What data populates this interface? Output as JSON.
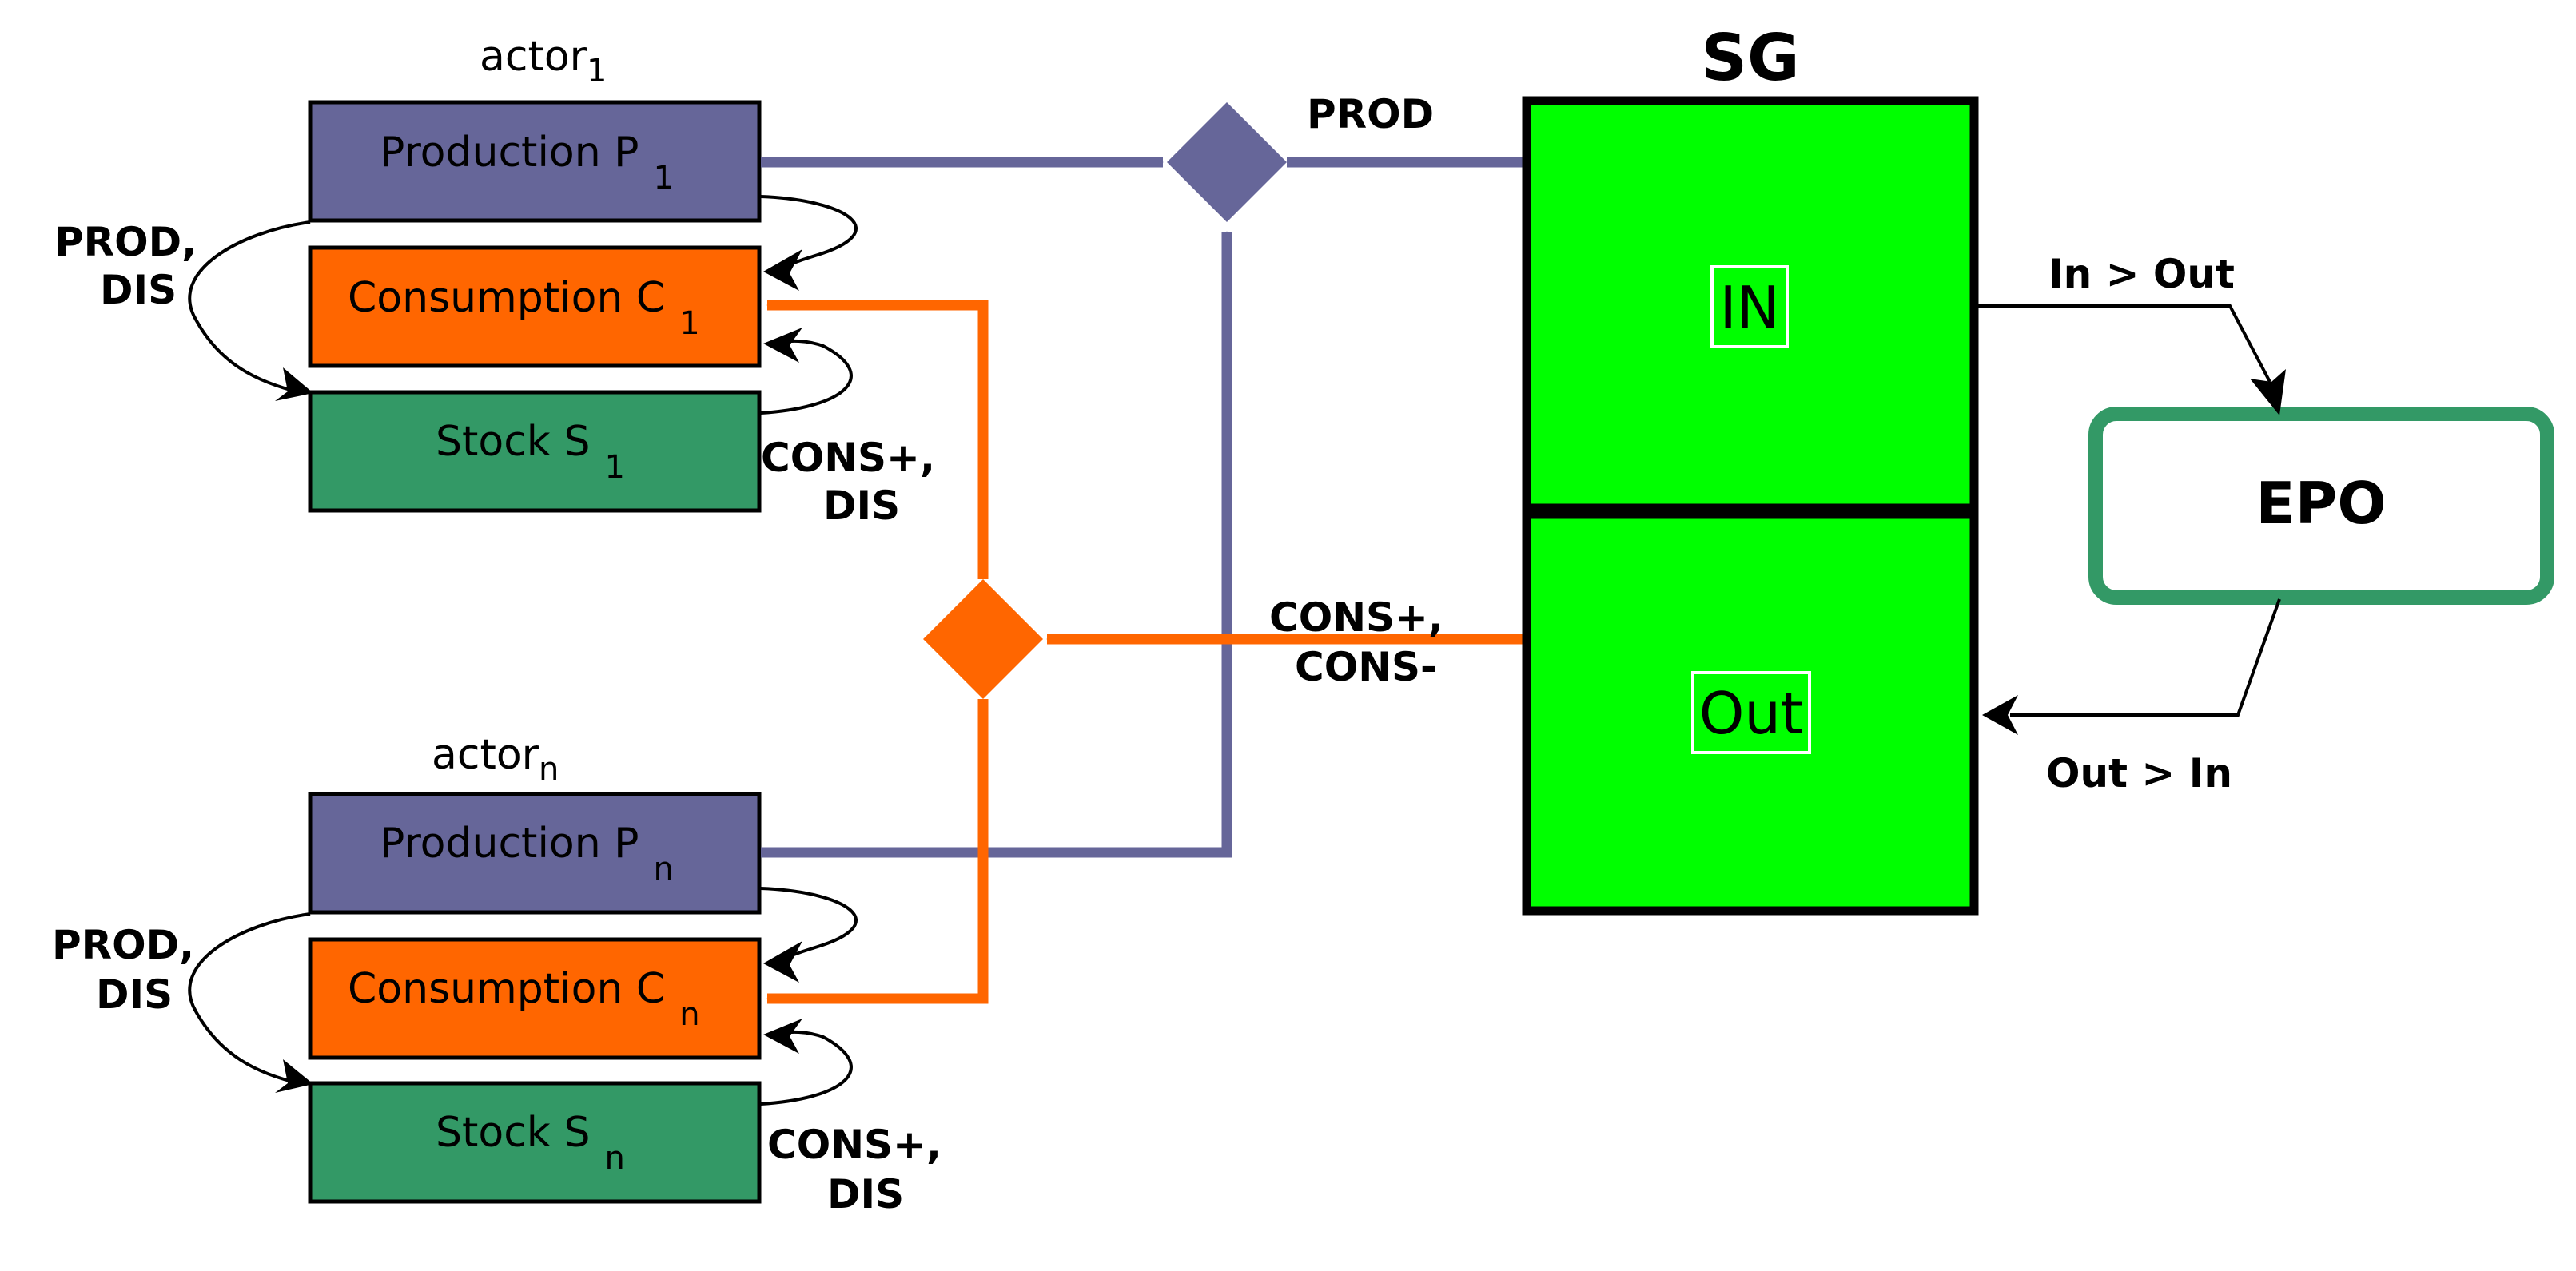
{
  "colors": {
    "production": "#666699",
    "consumption": "#ff6600",
    "stock": "#339966",
    "sg_fill": "#00ff00",
    "epo_border": "#339966",
    "arrow_black": "#000000"
  },
  "actor1": {
    "label": "actor",
    "label_sub": "1",
    "production": {
      "text": "Production P",
      "sub": "1"
    },
    "consumption": {
      "text": "Consumption C",
      "sub": "1"
    },
    "stock": {
      "text": "Stock S",
      "sub": "1"
    },
    "left_label": [
      "PROD,",
      "DIS"
    ],
    "right_label": [
      "CONS+,",
      "DIS"
    ]
  },
  "actorn": {
    "label": "actor",
    "label_sub": "n",
    "production": {
      "text": "Production P",
      "sub": "n"
    },
    "consumption": {
      "text": "Consumption C",
      "sub": "n"
    },
    "stock": {
      "text": "Stock S",
      "sub": "n"
    },
    "left_label": [
      "PROD,",
      "DIS"
    ],
    "right_label": [
      "CONS+,",
      "DIS"
    ]
  },
  "sg": {
    "title": "SG",
    "in_label": "IN",
    "out_label": "Out"
  },
  "epo": {
    "label": "EPO"
  },
  "flows": {
    "prod": "PROD",
    "cons": [
      "CONS+,",
      "CONS-"
    ],
    "in_gt_out": "In > Out",
    "out_gt_in": "Out > In"
  }
}
